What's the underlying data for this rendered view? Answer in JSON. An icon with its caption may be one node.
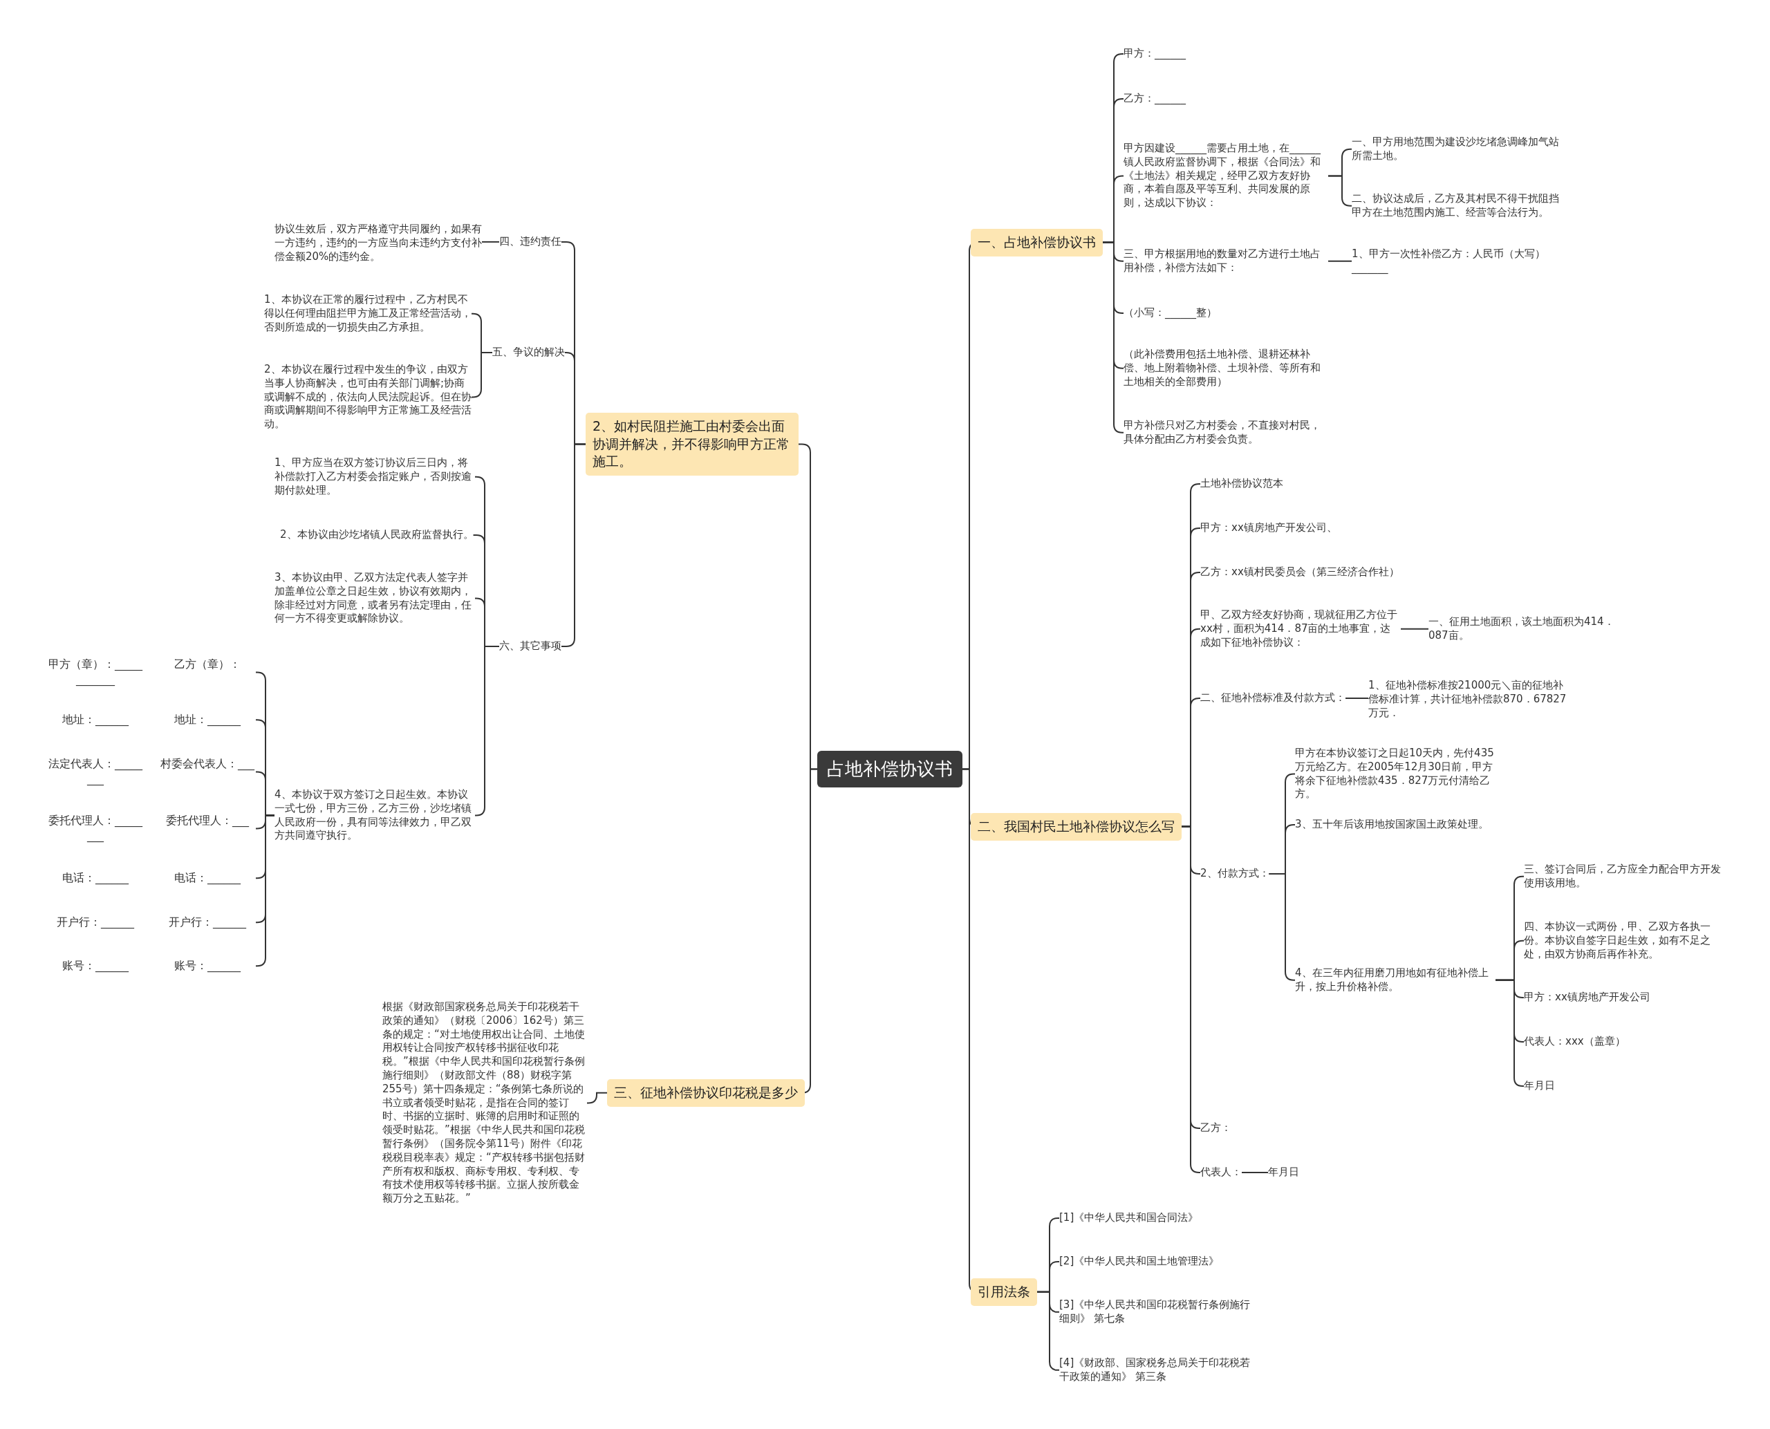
{
  "diagram": {
    "nodes": [
      {
        "text": [
          "占地补偿协议书"
        ]
      },
      {
        "text": [
          "一、占地补偿协议书"
        ]
      },
      {
        "text": [
          "甲方：______"
        ]
      },
      {
        "text": [
          "乙方：______"
        ]
      },
      {
        "text": [
          "甲方因建设______需要占用土地，在______镇人民政府监督协调下，根据《合同法》和《土地法》相关规定，经甲乙双方友好协商，本着自愿及平等互利、共同发展的原则，达成以下协议："
        ]
      },
      {
        "text": [
          "一、甲方用地范围为建设沙圪堵急调峰加气站所需土地。"
        ]
      },
      {
        "text": [
          "二、协议达成后，乙方及其村民不得干扰阻挡甲方在土地范围内施工、经营等合法行为。"
        ]
      },
      {
        "text": [
          "三、甲方根据用地的数量对乙方进行土地占用补偿，补偿方法如下："
        ]
      },
      {
        "text": [
          "1、甲方一次性补偿乙方：人民币（大写）_______"
        ]
      },
      {
        "text": [
          "（小写：______整）"
        ]
      },
      {
        "text": [
          "（此补偿费用包括土地补偿、退耕还林补偿、地上附着物补偿、土坝补偿、等所有和土地相关的全部费用）"
        ]
      },
      {
        "text": [
          "甲方补偿只对乙方村委会，不直接对村民，具体分配由乙方村委会负责。"
        ]
      },
      {
        "text": [
          "二、我国村民土地补偿协议怎么写"
        ]
      },
      {
        "text": [
          "土地补偿协议范本"
        ]
      },
      {
        "text": [
          "甲方：xx镇房地产开发公司、"
        ]
      },
      {
        "text": [
          "乙方：xx镇村民委员会（第三经济合作社）"
        ]
      },
      {
        "text": [
          "甲、乙双方经友好协商，现就征用乙方位于xx村，面积为414．87亩的土地事宜，达成如下征地补偿协议："
        ]
      },
      {
        "text": [
          "一、征用土地面积，该土地面积为414．087亩。"
        ]
      },
      {
        "text": [
          "二、征地补偿标准及付款方式："
        ]
      },
      {
        "text": [
          "1、征地补偿标准按21000元＼亩的征地补偿标准计算，共计征地补偿款870．67827万元．"
        ]
      },
      {
        "text": [
          "2、付款方式："
        ]
      },
      {
        "text": [
          "甲方在本协议签订之日起10天内，先付435万元给乙方。在2005年12月30日前，甲方将余下征地补偿款435．827万元付清给乙方。"
        ]
      },
      {
        "text": [
          "3、五十年后该用地按国家国土政策处理。"
        ]
      },
      {
        "text": [
          "4、在三年内征用磨刀用地如有征地补偿上升，按上升价格补偿。"
        ]
      },
      {
        "text": [
          "三、签订合同后，乙方应全力配合甲方开发使用该用地。"
        ]
      },
      {
        "text": [
          "四、本协议一式两份，甲、乙双方各执一份。本协议自签字日起生效，如有不足之处，由双方协商后再作补充。"
        ]
      },
      {
        "text": [
          "甲方：xx镇房地产开发公司"
        ]
      },
      {
        "text": [
          "代表人：xxx（盖章）"
        ]
      },
      {
        "text": [
          "年月日"
        ]
      },
      {
        "text": [
          "乙方："
        ]
      },
      {
        "text": [
          "代表人："
        ]
      },
      {
        "text": [
          "年月日"
        ]
      },
      {
        "text": [
          "引用法条"
        ]
      },
      {
        "text": [
          "[1]《中华人民共和国合同法》"
        ]
      },
      {
        "text": [
          "[2]《中华人民共和国土地管理法》"
        ]
      },
      {
        "text": [
          "[3]《中华人民共和国印花税暂行条例施行细则》 第七条"
        ]
      },
      {
        "text": [
          "[4]《财政部、国家税务总局关于印花税若干政策的通知》 第三条"
        ]
      },
      {
        "text": [
          "2、如村民阻拦施工由村委会出面协调并解决，并不得影响甲方正常施工。"
        ]
      },
      {
        "text": [
          "四、违约责任"
        ]
      },
      {
        "text": [
          "协议生效后，双方严格遵守共同履约，如果有一方违约，违约的一方应当向未违约方支付补偿金额20%的违约金。"
        ]
      },
      {
        "text": [
          "五、争议的解决"
        ]
      },
      {
        "text": [
          "1、本协议在正常的履行过程中，乙方村民不得以任何理由阻拦甲方施工及正常经营活动，否则所造成的一切损失由乙方承担。"
        ]
      },
      {
        "text": [
          "2、本协议在履行过程中发生的争议，由双方当事人协商解决，也可由有关部门调解;协商或调解不成的，依法向人民法院起诉。但在协商或调解期间不得影响甲方正常施工及经营活动。"
        ]
      },
      {
        "text": [
          "六、其它事项"
        ]
      },
      {
        "text": [
          "1、甲方应当在双方签订协议后三日内，将补偿款打入乙方村委会指定账户，否则按逾期付款处理。"
        ]
      },
      {
        "text": [
          "2、本协议由沙圪堵镇人民政府监督执行。"
        ]
      },
      {
        "text": [
          "3、本协议由甲、乙双方法定代表人签字并加盖单位公章之日起生效，协议有效期内，除非经过对方同意，或者另有法定理由，任何一方不得变更或解除协议。"
        ]
      },
      {
        "text": [
          "4、本协议于双方签订之日起生效。本协议一式七份，甲方三份，乙方三份，沙圪堵镇人民政府一份，具有同等法律效力，甲乙双方共同遵守执行。"
        ]
      },
      {
        "text": [
          "甲方（章）：____________",
          "乙方（章）："
        ]
      },
      {
        "text": [
          "地址：______",
          "地址：______"
        ]
      },
      {
        "text": [
          "法定代表人：________",
          "村委会代表人：___"
        ]
      },
      {
        "text": [
          "委托代理人：________",
          "委托代理人：___"
        ]
      },
      {
        "text": [
          "电话：______",
          "电话：______"
        ]
      },
      {
        "text": [
          "开户行：______",
          "开户行：______"
        ]
      },
      {
        "text": [
          "账号：______",
          "账号：______"
        ]
      },
      {
        "text": [
          "三、征地补偿协议印花税是多少"
        ]
      },
      {
        "text": [
          "根据《财政部国家税务总局关于印花税若干政策的通知》（财税〔2006〕162号）第三条的规定：“对土地使用权出让合同、土地使用权转让合同按产权转移书据征收印花税。”根据《中华人民共和国印花税暂行条例施行细则》（财政部文件（88）财税字第255号）第十四条规定：“条例第七条所说的书立或者领受时贴花，是指在合同的签订时、书据的立据时、账簿的启用时和证照的领受时贴花。”根据《中华人民共和国印花税暂行条例》（国务院令第11号）附件《印花税税目税率表》规定：“产权转移书据包括财产所有权和版权、商标专用权、专利权、专有技术使用权等转移书据。立据人按所载金额万分之五贴花。”"
        ]
      }
    ],
    "edges": [
      {
        "from": 0,
        "to": 1,
        "arrow": "none"
      },
      {
        "from": 1,
        "to": 2,
        "arrow": "none"
      },
      {
        "from": 1,
        "to": 3,
        "arrow": "none"
      },
      {
        "from": 1,
        "to": 4,
        "arrow": "none"
      },
      {
        "from": 4,
        "to": 5,
        "arrow": "none"
      },
      {
        "from": 4,
        "to": 6,
        "arrow": "none"
      },
      {
        "from": 1,
        "to": 7,
        "arrow": "none"
      },
      {
        "from": 7,
        "to": 8,
        "arrow": "none"
      },
      {
        "from": 1,
        "to": 9,
        "arrow": "none"
      },
      {
        "from": 1,
        "to": 10,
        "arrow": "none"
      },
      {
        "from": 1,
        "to": 11,
        "arrow": "none"
      },
      {
        "from": 0,
        "to": 12,
        "arrow": "none"
      },
      {
        "from": 12,
        "to": 13,
        "arrow": "none"
      },
      {
        "from": 12,
        "to": 14,
        "arrow": "none"
      },
      {
        "from": 12,
        "to": 15,
        "arrow": "none"
      },
      {
        "from": 12,
        "to": 16,
        "arrow": "none"
      },
      {
        "from": 16,
        "to": 17,
        "arrow": "none"
      },
      {
        "from": 12,
        "to": 18,
        "arrow": "none"
      },
      {
        "from": 18,
        "to": 19,
        "arrow": "none"
      },
      {
        "from": 12,
        "to": 20,
        "arrow": "none"
      },
      {
        "from": 20,
        "to": 21,
        "arrow": "none"
      },
      {
        "from": 20,
        "to": 22,
        "arrow": "none"
      },
      {
        "from": 20,
        "to": 23,
        "arrow": "none"
      },
      {
        "from": 23,
        "to": 24,
        "arrow": "none"
      },
      {
        "from": 23,
        "to": 25,
        "arrow": "none"
      },
      {
        "from": 23,
        "to": 26,
        "arrow": "none"
      },
      {
        "from": 23,
        "to": 27,
        "arrow": "none"
      },
      {
        "from": 23,
        "to": 28,
        "arrow": "none"
      },
      {
        "from": 12,
        "to": 29,
        "arrow": "none"
      },
      {
        "from": 12,
        "to": 30,
        "arrow": "none"
      },
      {
        "from": 30,
        "to": 31,
        "arrow": "none"
      },
      {
        "from": 0,
        "to": 32,
        "arrow": "none"
      },
      {
        "from": 32,
        "to": 33,
        "arrow": "none"
      },
      {
        "from": 32,
        "to": 34,
        "arrow": "none"
      },
      {
        "from": 32,
        "to": 35,
        "arrow": "none"
      },
      {
        "from": 32,
        "to": 36,
        "arrow": "none"
      },
      {
        "from": 0,
        "to": 37,
        "arrow": "none"
      },
      {
        "from": 37,
        "to": 38,
        "arrow": "none"
      },
      {
        "from": 38,
        "to": 39,
        "arrow": "none"
      },
      {
        "from": 37,
        "to": 40,
        "arrow": "none"
      },
      {
        "from": 40,
        "to": 41,
        "arrow": "none"
      },
      {
        "from": 40,
        "to": 42,
        "arrow": "none"
      },
      {
        "from": 37,
        "to": 43,
        "arrow": "none"
      },
      {
        "from": 43,
        "to": 44,
        "arrow": "none"
      },
      {
        "from": 43,
        "to": 45,
        "arrow": "none"
      },
      {
        "from": 43,
        "to": 46,
        "arrow": "none"
      },
      {
        "from": 43,
        "to": 47,
        "arrow": "none"
      },
      {
        "from": 47,
        "to": 48,
        "arrow": "none"
      },
      {
        "from": 47,
        "to": 49,
        "arrow": "none"
      },
      {
        "from": 47,
        "to": 50,
        "arrow": "none"
      },
      {
        "from": 47,
        "to": 51,
        "arrow": "none"
      },
      {
        "from": 47,
        "to": 52,
        "arrow": "none"
      },
      {
        "from": 47,
        "to": 53,
        "arrow": "none"
      },
      {
        "from": 47,
        "to": 54,
        "arrow": "none"
      },
      {
        "from": 0,
        "to": 55,
        "arrow": "none"
      },
      {
        "from": 55,
        "to": 56,
        "arrow": "none"
      }
    ]
  }
}
